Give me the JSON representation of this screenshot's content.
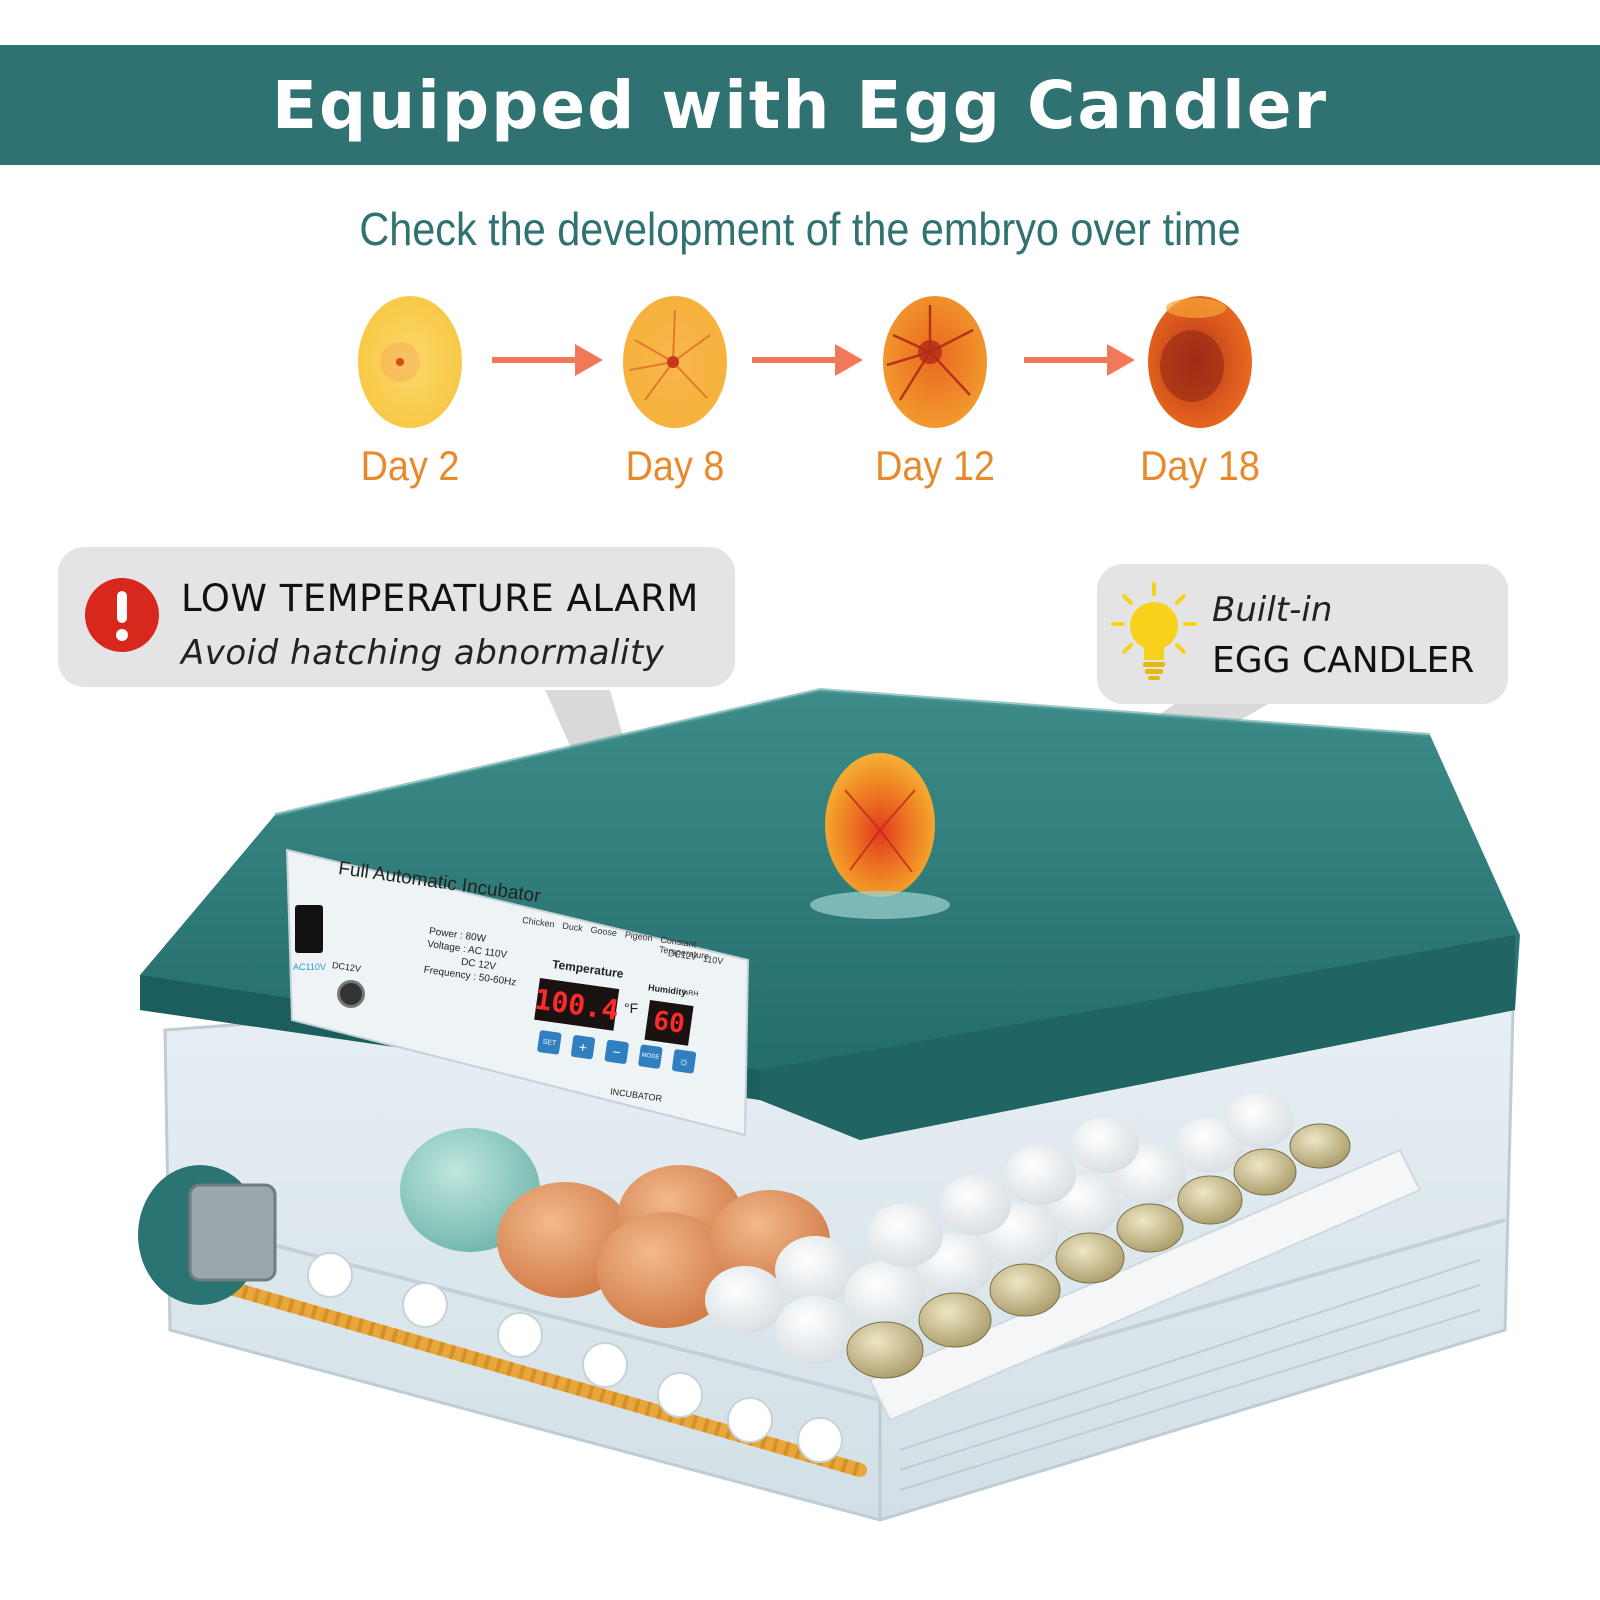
{
  "banner": {
    "title": "Equipped with Egg Candler"
  },
  "subtitle": "Check the development of the embryo over time",
  "stages": [
    {
      "label": "Day 2"
    },
    {
      "label": "Day 8"
    },
    {
      "label": "Day 12"
    },
    {
      "label": "Day 18"
    }
  ],
  "callouts": {
    "alarm": {
      "title": "LOW TEMPERATURE ALARM",
      "subtitle": "Avoid hatching abnormality",
      "icon": "exclamation-icon"
    },
    "candler": {
      "line1": "Built-in",
      "line2": "EGG CANDLER",
      "icon": "lightbulb-icon"
    }
  },
  "panel": {
    "title": "Full Automatic Incubator",
    "specs": [
      "Power : 80W",
      "Voltage : AC 110V",
      "DC 12V",
      "Frequency : 50-60Hz"
    ],
    "modes": [
      "Chicken",
      "Duck",
      "Goose",
      "Pigeon",
      "Constant Temperature"
    ],
    "temperature_label": "Temperature",
    "temperature_value": "100.4",
    "temperature_unit": "°F",
    "humidity_label": "Humidity",
    "humidity_unit": "%RH",
    "humidity_value": "60",
    "buttons": [
      "SET",
      "+",
      "−",
      "MODE"
    ],
    "footer": "INCUBATOR",
    "port_ac": "AC110V",
    "port_dc": "DC12V",
    "power_labels": [
      "DC12V",
      "110V"
    ]
  },
  "colors": {
    "teal": "#2f7271",
    "orange": "#e88a2c",
    "arrow": "#f07a57",
    "callout_bg": "#e4e4e4",
    "alarm_red": "#d8271c",
    "bulb_yellow": "#f7d11c",
    "display_red": "#ff2a2a"
  }
}
